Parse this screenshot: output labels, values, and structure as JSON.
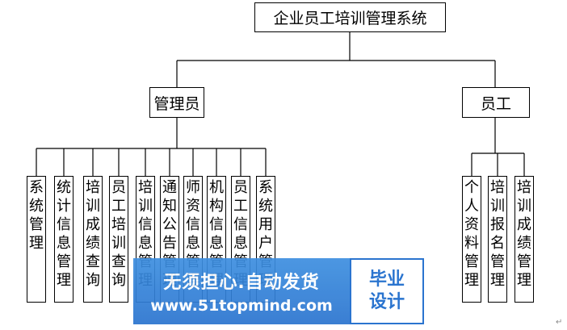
{
  "root": {
    "label": "企业员工培训管理系统"
  },
  "branches": {
    "admin": {
      "label": "管理员",
      "children": [
        "系统管理",
        "统计信息管理",
        "培训成绩查询",
        "员工培训查询",
        "培训信息管理",
        "通知公告管理",
        "师资信息管理",
        "机构信息管理",
        "员工信息管理",
        "系统用户管理"
      ]
    },
    "employee": {
      "label": "员工",
      "children": [
        "个人资料管理",
        "培训报名管理",
        "培训成绩管理"
      ]
    }
  },
  "watermark": {
    "line1": "无须担心.自动发货",
    "line2": "www.51topmind.com",
    "badge_line1": "毕业",
    "badge_line2": "设计"
  },
  "colors": {
    "line": "#000000",
    "watermark_blue": "#2a74cf"
  }
}
